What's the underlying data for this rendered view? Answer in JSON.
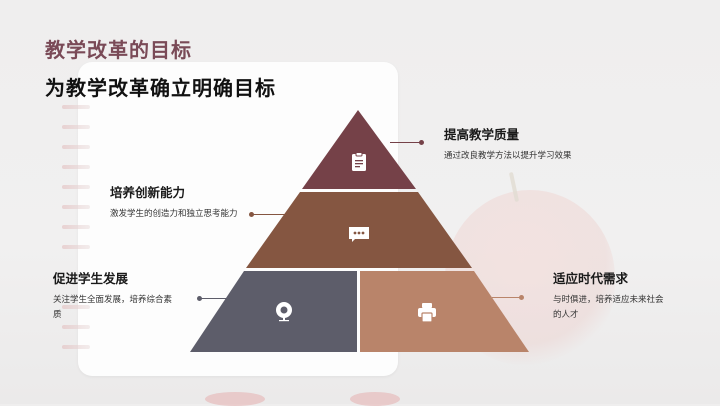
{
  "slide": {
    "section_title": "教学改革的目标",
    "page_title": "为教学改革确立明确目标"
  },
  "colors": {
    "section_title": "#7a4a57",
    "top_tier": "#754148",
    "middle_tier": "#855641",
    "bottom_left_tier": "#5d5d6a",
    "bottom_right_tier": "#b9846a"
  },
  "pyramid": {
    "tiers": [
      {
        "id": "top",
        "icon": "clipboard-icon",
        "label": "提高教学质量",
        "description": "通过改良教学方法以提升学习效果"
      },
      {
        "id": "middle",
        "icon": "chat-bubble-icon",
        "label": "培养创新能力",
        "description": "激发学生的创造力和独立思考能力"
      },
      {
        "id": "bottom-left",
        "icon": "webcam-icon",
        "label": "促进学生发展",
        "description": "关注学生全面发展，培养综合素质"
      },
      {
        "id": "bottom-right",
        "icon": "printer-icon",
        "label": "适应时代需求",
        "description": "与时俱进，培养适应未来社会的人才"
      }
    ]
  }
}
